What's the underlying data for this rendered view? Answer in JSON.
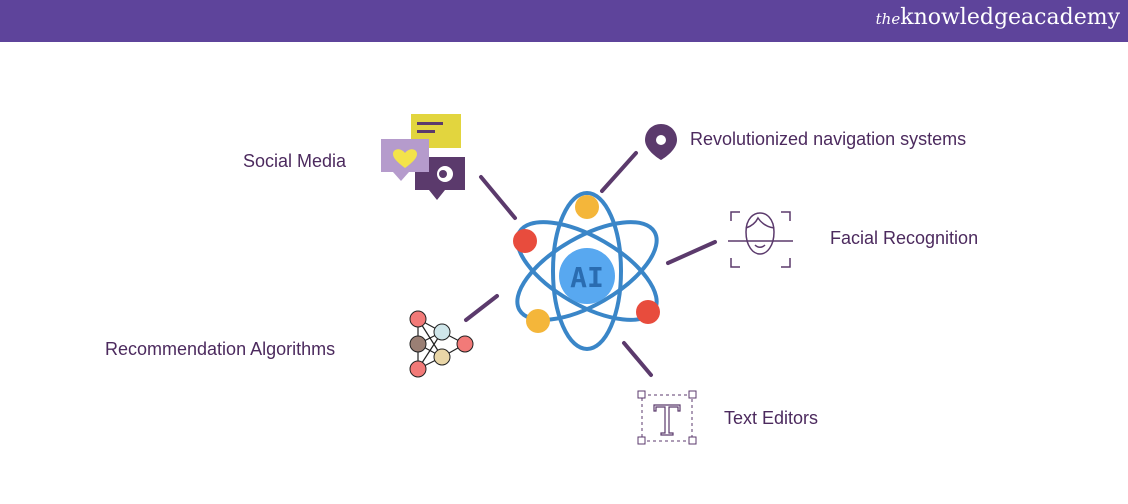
{
  "header": {
    "brand_prefix": "the",
    "brand_name": "knowledgeacademy"
  },
  "center": {
    "label": "AI"
  },
  "items": [
    {
      "label": "Social Media",
      "icon": "chat-bubbles-icon"
    },
    {
      "label": "Revolutionized navigation systems",
      "icon": "map-pin-icon"
    },
    {
      "label": "Facial Recognition",
      "icon": "face-scan-icon"
    },
    {
      "label": "Recommendation Algorithms",
      "icon": "neural-network-icon"
    },
    {
      "label": "Text Editors",
      "icon": "text-box-icon"
    }
  ],
  "colors": {
    "header": "#5e449b",
    "label_text": "#4c2a5e",
    "connector": "#5b3a6c",
    "orbit": "#3a86c8",
    "core": "#58a8f0",
    "electron_red": "#e84c3d",
    "electron_yellow": "#f4b63a"
  }
}
